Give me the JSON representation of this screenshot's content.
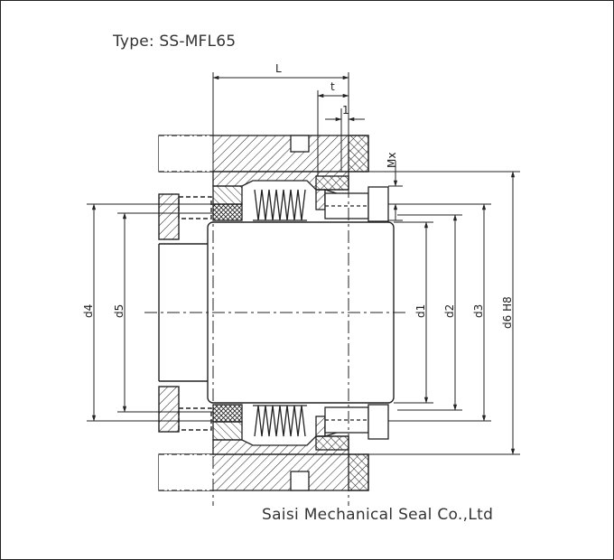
{
  "drawing": {
    "title": "Type: SS-MFL65",
    "company": "Saisi Mechanical Seal Co.,Ltd"
  },
  "dimensions": {
    "L": "L",
    "t": "t",
    "one": "1",
    "mx": "Mx",
    "d1": "d1",
    "d2": "d2",
    "d3": "d3",
    "d4": "d4",
    "d5": "d5",
    "d6": "d6 H8"
  }
}
